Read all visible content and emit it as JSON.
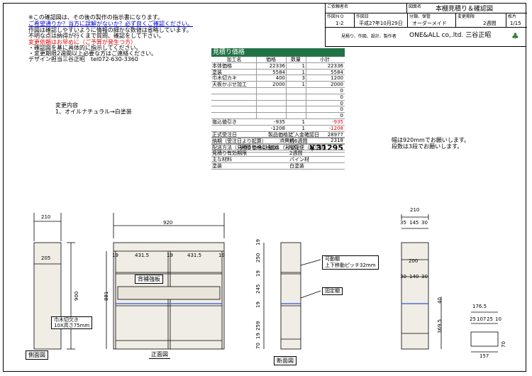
{
  "notes": {
    "line1": "※この確認図は、その後の製作の指示書になります。",
    "line2": "ご希望通りか？当方に誤解がないか？必ず良くご確認ください。",
    "line3": "作図は確認しやすいように情報の細かな数値は省略しています。",
    "line4": "不明な点は納得が行くまで質問、確認をして下さい。",
    "line5": "変更依頼はお早めに（ご予算が発生つ方）",
    "line6": "・確認図を基に具体的に指示してください。",
    "line7": "・変更期限2週間以上必要な方はご連絡ください。",
    "line8": "デザイン担当三谷正昭　tel072-630-3360"
  },
  "title_block": {
    "customer_label": "ご依頼者名",
    "drawing_name_label": "図面名",
    "drawing_name": "本棚見積り＆確認図",
    "drawing_no_label": "作図ＮＯ",
    "drawing_no": "1-2",
    "date_label": "作図日",
    "date": "平成27年10月29日",
    "category_label": "分類、保管",
    "category": "オーダーメイド",
    "deadline_label": "変更期限",
    "deadline": "2週間",
    "sheets_label": "枚片",
    "sheets": "1/15",
    "author_label": "見積り、作図、設計、製作者",
    "company": "ONE&ALL co,.ltd. 三谷正昭"
  },
  "estimate": {
    "title": "見積り価格",
    "headers": [
      "加工名",
      "価格",
      "数量",
      "小計"
    ],
    "rows": [
      [
        "本体価格",
        "22336",
        "1",
        "22336"
      ],
      [
        "塗装",
        "5584",
        "1",
        "5584"
      ],
      [
        "巾木切カキ",
        "400",
        "3",
        "1200"
      ],
      [
        "天板かぶせ加工",
        "2000",
        "1",
        "2000"
      ],
      [
        "",
        "",
        "",
        "0"
      ],
      [
        "",
        "",
        "",
        "0"
      ],
      [
        "",
        "",
        "",
        "0"
      ],
      [
        "",
        "",
        "",
        "0"
      ],
      [
        "",
        "",
        "",
        "0"
      ],
      [
        "塩込値引き",
        "-935",
        "1",
        "-935"
      ],
      [
        "",
        "-1208",
        "1",
        "-1208"
      ]
    ],
    "product_total_label": "製品価格計",
    "product_total": "28977",
    "tax_label": "消費税",
    "tax": "2318",
    "grand_label": "見積り合計価格（税込）",
    "grand_total": "￥31295"
  },
  "spec": {
    "rows": [
      [
        "正式受注日",
        "ご入金確認日"
      ],
      [
        "納期（受注日より起算）",
        "約6週間"
      ],
      [
        "配送方法（見積り価格に含む）",
        "宅配便（組立式）"
      ],
      [
        "見積り有効期限",
        "2週間"
      ],
      [
        "主な材料",
        "パイン材"
      ],
      [
        "塗装",
        "白塗装"
      ]
    ]
  },
  "change": {
    "title": "変更内容",
    "item1": "1、オイルナチュラル→白塗装"
  },
  "side_note": {
    "line1": "幅は920mmでお願いします。",
    "line2": "段数は3段でお願いします。"
  },
  "labels": {
    "side_view": "側面図",
    "front_view": "正面図",
    "section_view": "断面図",
    "back_panel": "背補強板",
    "baseboard_l1": "巾木切欠き",
    "baseboard_l2": "10X高さ75mm",
    "movable_shelf_l1": "可動棚",
    "movable_shelf_l2": "上下移動ピッチ32mm",
    "fixed_shelf": "固定棚"
  },
  "dims": {
    "side_depth": "210",
    "side_inner": "205",
    "side_height": "900",
    "front_width": "920",
    "front_inner1": "431.5",
    "front_inner2": "431.5",
    "board1": "19",
    "board2": "19",
    "board3": "19",
    "front_height": "881",
    "sec_top": "19",
    "sec_a": "250",
    "sec_b": "19",
    "sec_c": "245",
    "sec_d": "19",
    "sec_e": "259",
    "sec_f": "19",
    "sec_g": "70",
    "top_width": "210",
    "top_a": "35",
    "top_b": "145",
    "top_c": "30",
    "mid_w": "200",
    "mid_a": "30",
    "mid_b": "140",
    "mid_c": "30",
    "h40": "40",
    "h369": "369.5",
    "bb_width": "176.5",
    "bb_a": "25",
    "bb_b": "107",
    "bb_c": "25",
    "bb_d": "10",
    "bb_e": "157",
    "bb_h": "70"
  }
}
